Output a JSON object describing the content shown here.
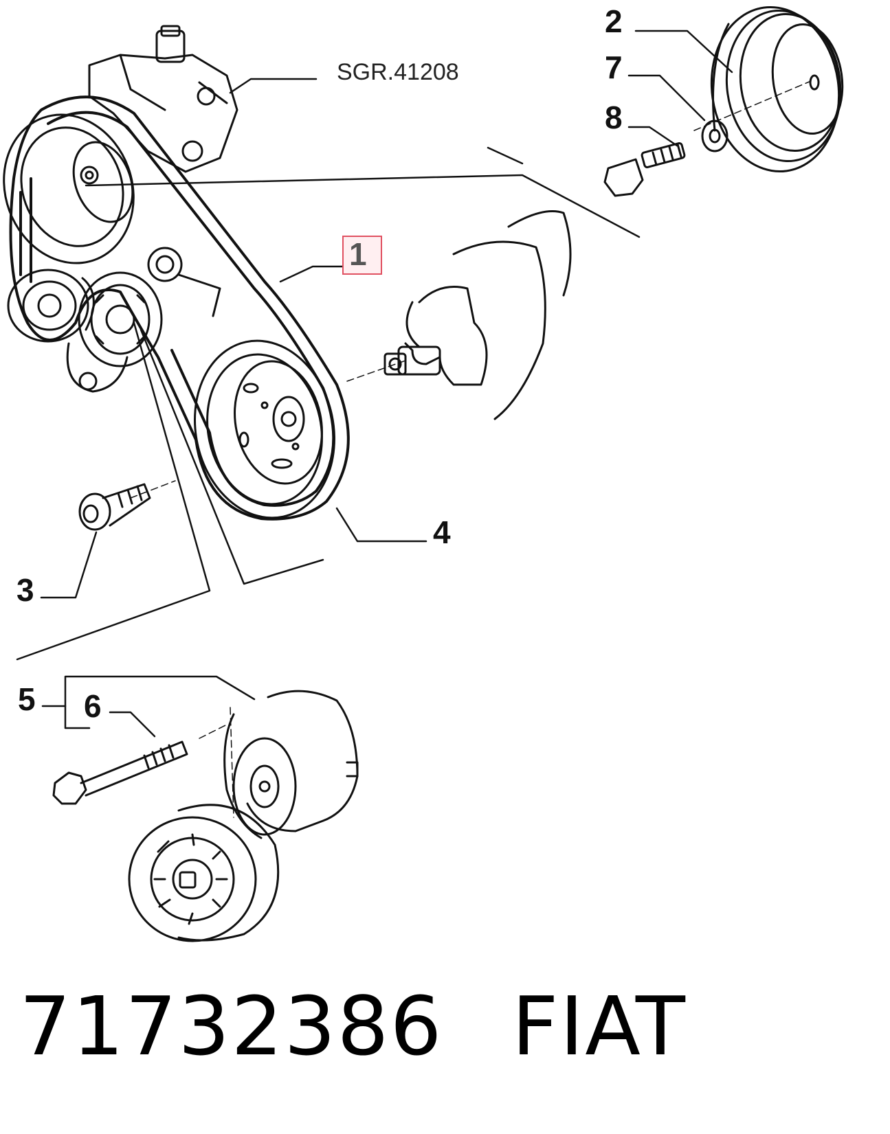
{
  "reference_code": "SGR.41208",
  "callouts": {
    "c1": "1",
    "c2": "2",
    "c3": "3",
    "c4": "4",
    "c5": "5",
    "c6": "6",
    "c7": "7",
    "c8": "8"
  },
  "footer": {
    "part_number": "71732386",
    "brand": "FIAT"
  },
  "colors": {
    "line": "#111111",
    "highlight_border": "#e05060"
  }
}
